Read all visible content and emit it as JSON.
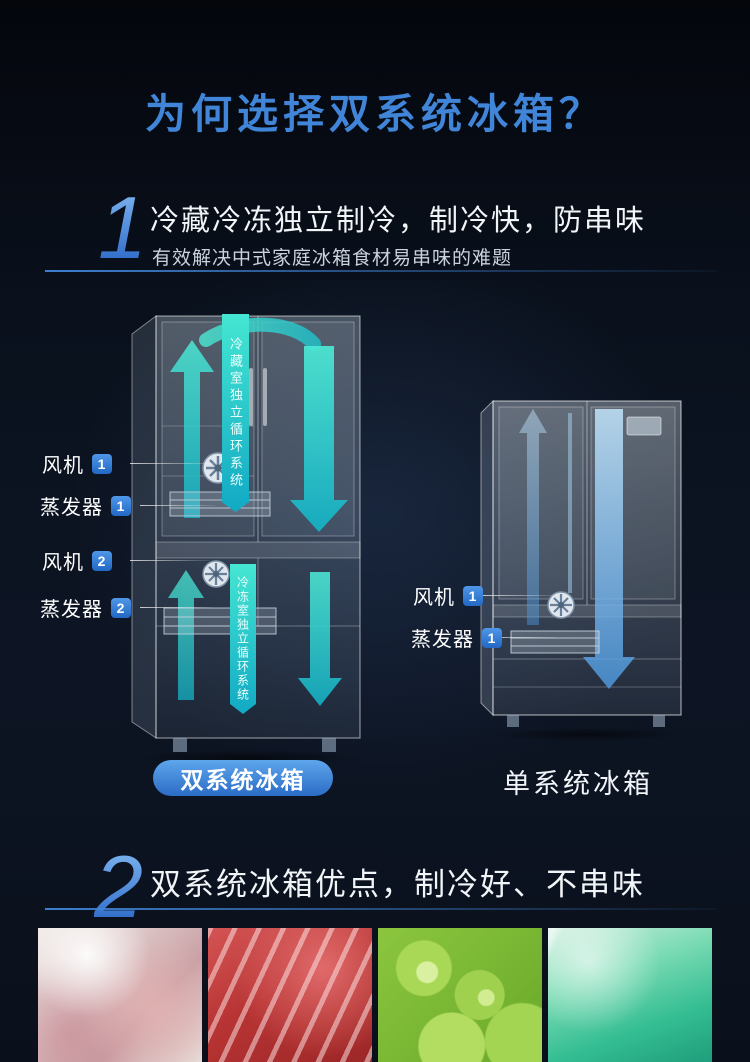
{
  "colors": {
    "accent_blue": "#4085d8",
    "teal_arrow": "#2fd8c8",
    "single_arrow_blue": "#7cc0ee",
    "background": "#0a101b"
  },
  "icons": [
    "fan-icon",
    "evaporator-icon",
    "airflow-up-arrow",
    "airflow-down-arrow",
    "circulation-ribbon"
  ],
  "header": {
    "title": "为何选择双系统冰箱？"
  },
  "section1": {
    "number": "1",
    "heading": "冷藏冷冻独立制冷，制冷快，防串味",
    "subheading": "有效解决中式家庭冰箱食材易串味的难题"
  },
  "diagram": {
    "dual": {
      "ribbon_top": "冷藏室独立循环系统",
      "ribbon_bottom": "冷冻室独立循环系统",
      "labels": [
        {
          "text": "风机",
          "num": "1"
        },
        {
          "text": "蒸发器",
          "num": "1"
        },
        {
          "text": "风机",
          "num": "2"
        },
        {
          "text": "蒸发器",
          "num": "2"
        }
      ],
      "caption": "双系统冰箱"
    },
    "single": {
      "labels": [
        {
          "text": "风机",
          "num": "1"
        },
        {
          "text": "蒸发器",
          "num": "1"
        }
      ],
      "caption": "单系统冰箱"
    }
  },
  "section2": {
    "number": "2",
    "heading": "双系统冰箱优点，制冷好、不串味"
  },
  "gallery": {
    "images": [
      {
        "name": "frozen-fish"
      },
      {
        "name": "marbled-beef"
      },
      {
        "name": "green-grapes"
      },
      {
        "name": "frozen-green"
      }
    ]
  }
}
